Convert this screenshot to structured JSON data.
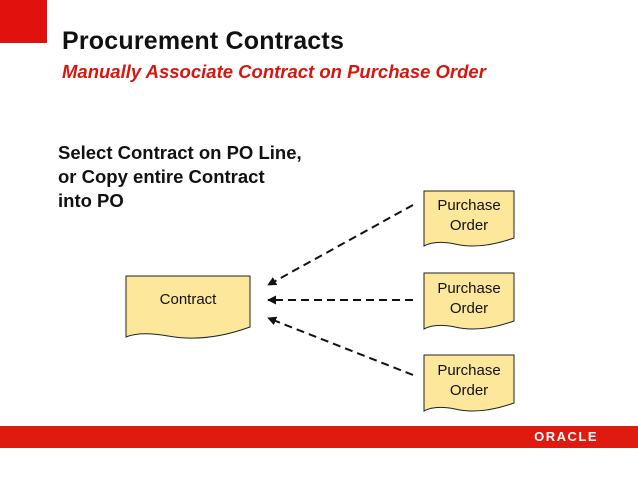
{
  "title": "Procurement Contracts",
  "subtitle": "Manually Associate Contract on Purchase Order",
  "body_lines": [
    "Select Contract on PO Line,",
    "or Copy entire Contract",
    "into PO"
  ],
  "diagram": {
    "contract_label": "Contract",
    "purchase_orders": [
      {
        "line1": "Purchase",
        "line2": "Order"
      },
      {
        "line1": "Purchase",
        "line2": "Order"
      },
      {
        "line1": "Purchase",
        "line2": "Order"
      }
    ]
  },
  "footer": {
    "logo_text": "ORACLE"
  },
  "colors": {
    "accent": "#e0120e",
    "doc_fill": "#fde79a",
    "text": "#111111"
  }
}
